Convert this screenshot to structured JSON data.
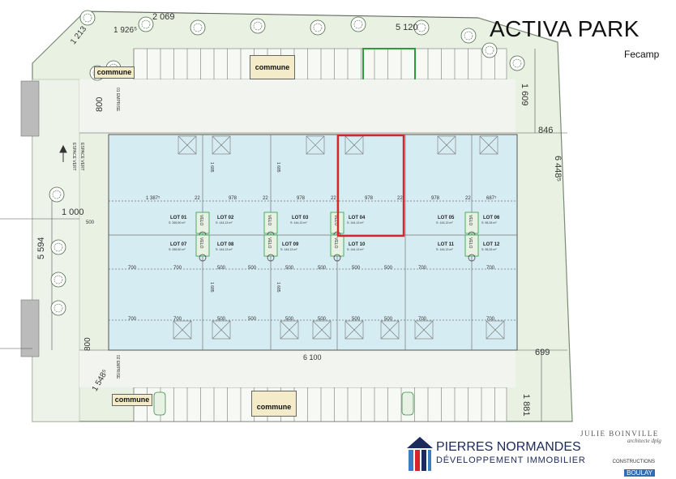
{
  "header": {
    "title": "ACTIVA PARK",
    "subtitle": "Fecamp"
  },
  "common_areas": {
    "label": "commune"
  },
  "dimensions": {
    "top_left_1": "2 069",
    "top_mid": "5 120",
    "top_left_2": "1 926⁵",
    "diag_left": "1 213",
    "right_upper": "1 609",
    "left_800_top": "800",
    "right_846": "846",
    "right_6448": "6 448⁵",
    "left_1000": "1 000",
    "left_5594": "5 594",
    "left_800_bottom": "800",
    "bottom_6100": "6 100",
    "bottom_699": "699",
    "bottom_left_1548": "1 548⁵",
    "right_lower": "1 881",
    "row_1387": "1 387⁵",
    "row_978": "978",
    "row_22": "22",
    "row_687": "687⁵",
    "row_700": "700",
    "row_500": "500",
    "col_1685": "1 685",
    "col_1685b": "1 685"
  },
  "annotations": {
    "emprise_1": "01 EMPRISE",
    "emprise_2": "02 EMPRISE",
    "espace_vert": "ESPACE VERT",
    "velo": "VELO"
  },
  "lots": [
    {
      "label": "LOT 01",
      "area": "S: 265,50 m²",
      "highlighted": false
    },
    {
      "label": "LOT 02",
      "area": "S: 144,13 m²",
      "highlighted": false
    },
    {
      "label": "LOT 03",
      "area": "S: 144,13 m²",
      "highlighted": false
    },
    {
      "label": "LOT 04",
      "area": "S: 144,13 m²",
      "highlighted": true
    },
    {
      "label": "LOT 05",
      "area": "S: 144,13 m²",
      "highlighted": false
    },
    {
      "label": "LOT 06",
      "area": "S: 98,28 m²",
      "highlighted": false
    },
    {
      "label": "LOT 07",
      "area": "S: 265,50 m²",
      "highlighted": false
    },
    {
      "label": "LOT 08",
      "area": "S: 144,13 m²",
      "highlighted": false
    },
    {
      "label": "LOT 09",
      "area": "S: 144,13 m²",
      "highlighted": false
    },
    {
      "label": "LOT 10",
      "area": "S: 144,13 m²",
      "highlighted": false
    },
    {
      "label": "LOT 11",
      "area": "S: 144,13 m²",
      "highlighted": false
    },
    {
      "label": "LOT 12",
      "area": "S: 98,28 m²",
      "highlighted": false
    }
  ],
  "footer": {
    "developer_name": "PIERRES NORMANDES",
    "developer_sub": "DÉVELOPPEMENT IMMOBILIER",
    "architect_name": "JULIE BOINVILLE",
    "architect_sub": "architecte dplg",
    "constructions_label": "CONSTRUCTIONS",
    "constructions_name": "BOULAY"
  },
  "colors": {
    "building": "#d6ecf3",
    "grounds": "#e9f1e2",
    "highlight": "#d6262d",
    "parking_accent": "#2e9a3a",
    "common": "#f4ecc8"
  }
}
